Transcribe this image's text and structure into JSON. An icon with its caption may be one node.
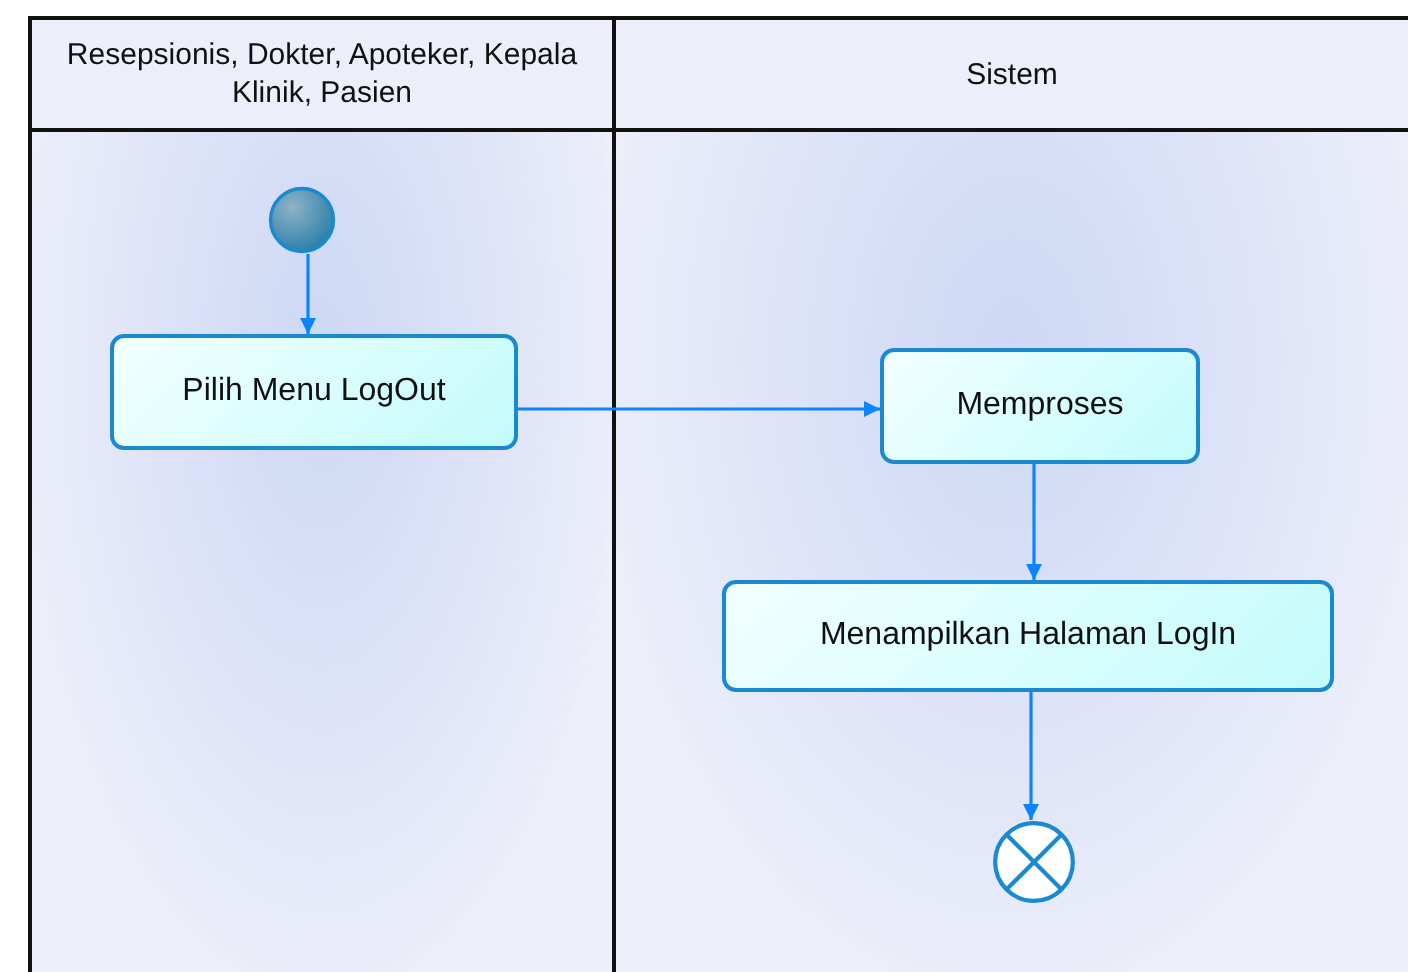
{
  "diagram": {
    "nodes": [
      {
        "text": [
          "Resepsionis, Dokter, Apoteker, Kepala Klinik, Pasien"
        ]
      },
      {
        "text": [
          "Sistem"
        ]
      },
      {
        "text": [],
        "shape": "circle",
        "in": 0
      },
      {
        "text": [
          "Pilih Menu LogOut"
        ],
        "in": 0
      },
      {
        "text": [
          "Memproses"
        ],
        "in": 1
      },
      {
        "text": [
          "Menampilkan Halaman LogIn"
        ],
        "in": 1
      },
      {
        "text": [],
        "shape": "circle",
        "in": 1
      }
    ],
    "edges": [
      {
        "from": 2,
        "to": 3,
        "arrow": "to"
      },
      {
        "from": 3,
        "to": 4,
        "arrow": "to"
      },
      {
        "from": 4,
        "to": 5,
        "arrow": "to"
      },
      {
        "from": 5,
        "to": 6,
        "arrow": "to"
      }
    ]
  }
}
